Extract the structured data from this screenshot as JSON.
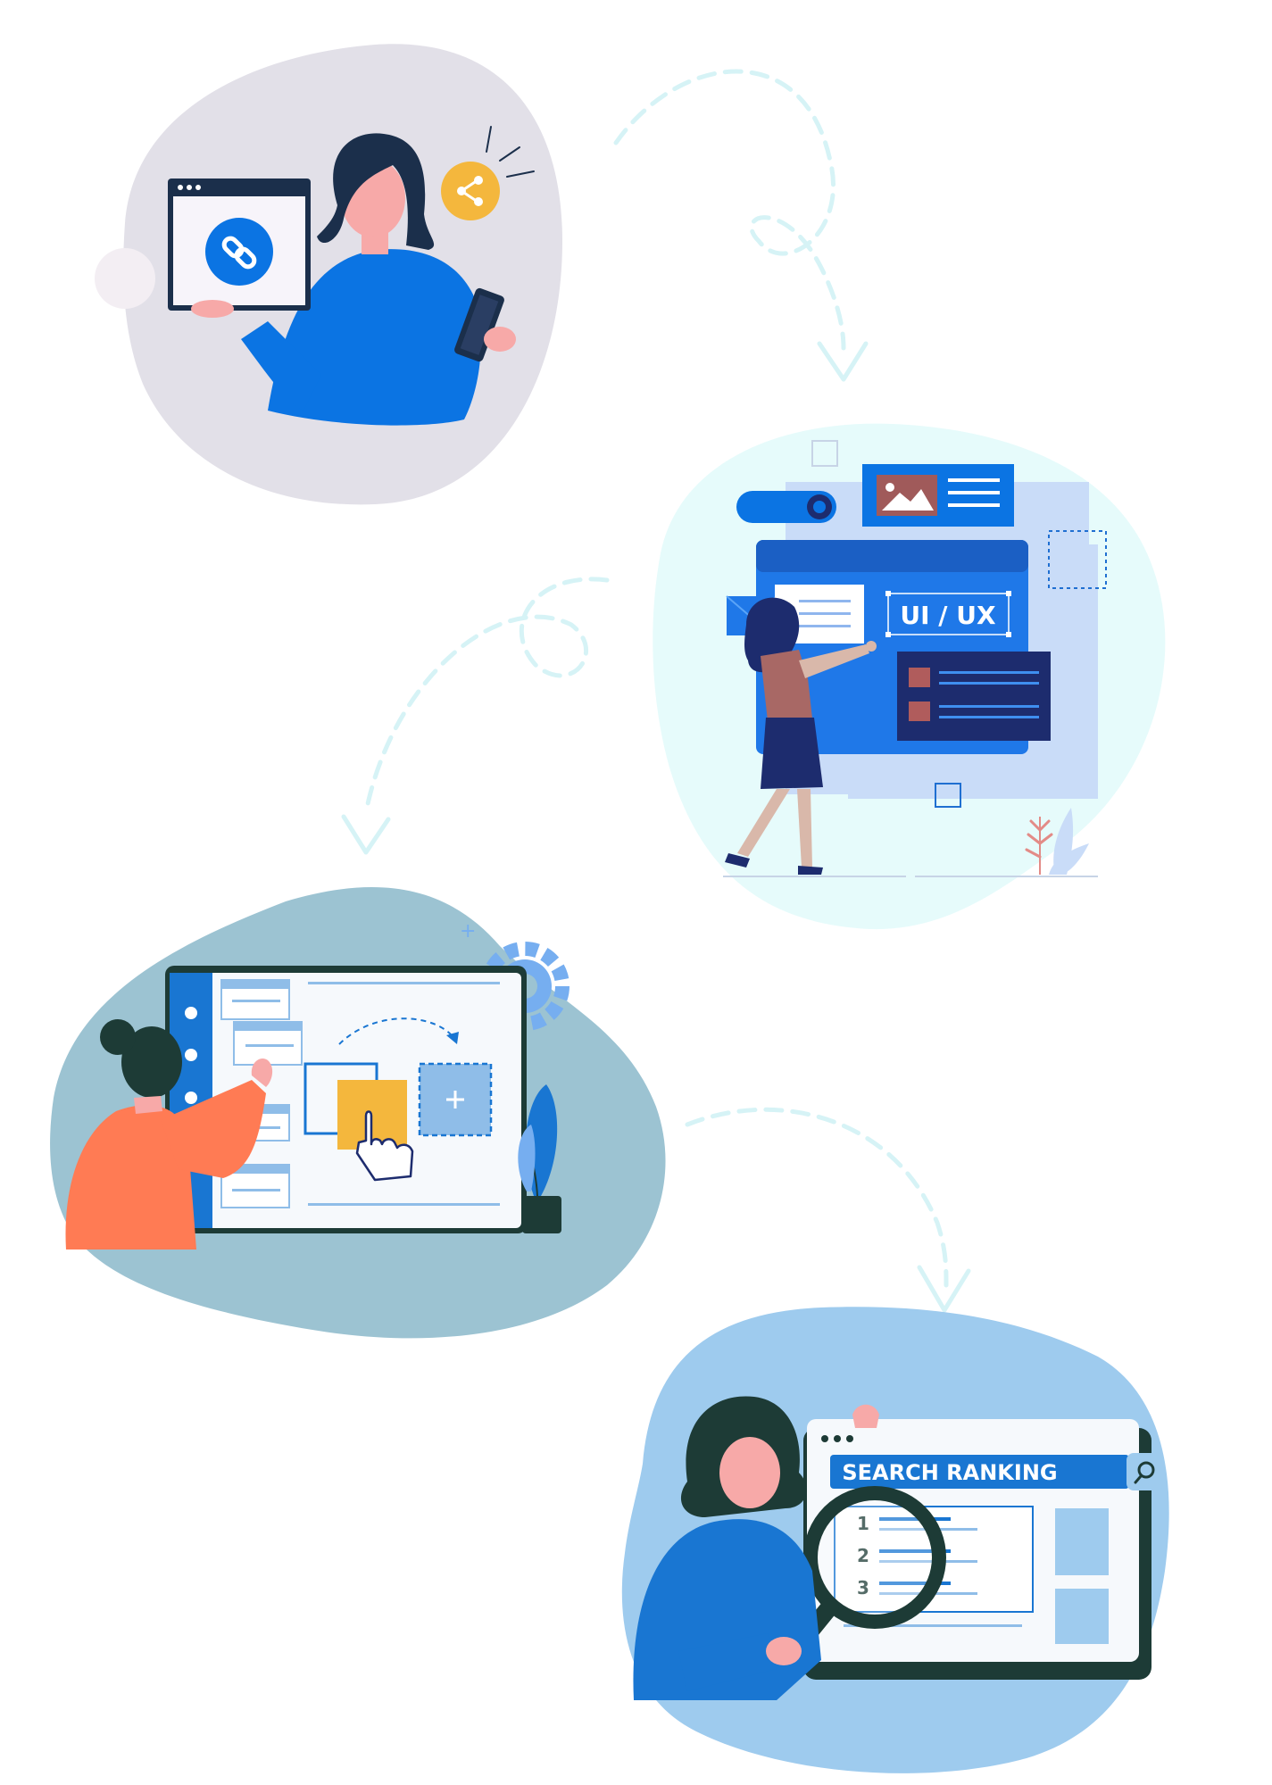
{
  "palette": {
    "blob1": "#e2e0e8",
    "blob2": "#e6fbfb",
    "blob3": "#9cc3d2",
    "blob4": "#9ecbee",
    "primary_blue": "#0b74e3",
    "navy": "#1d2c6e",
    "dark_green": "#1d3b36",
    "accent_yellow": "#f4b73d",
    "orange": "#ff7b54",
    "dashed_path": "#d6f3f6"
  },
  "scene1": {
    "name": "share-link",
    "icons": [
      "link-icon",
      "share-icon",
      "smartphone-icon",
      "browser-window-icon"
    ]
  },
  "scene2": {
    "name": "ui-ux-design",
    "badge_text": "UI / UX",
    "icons": [
      "toggle-icon",
      "image-card-icon",
      "envelope-icon",
      "list-panel-icon",
      "plant-icon"
    ]
  },
  "scene3": {
    "name": "drag-and-drop-builder",
    "icons": [
      "gear-icon",
      "hand-cursor-icon",
      "plus-icon",
      "potted-plant-icon"
    ]
  },
  "scene4": {
    "name": "search-ranking",
    "title": "SEARCH RANKING",
    "ranks": [
      "1",
      "2",
      "3"
    ],
    "icons": [
      "search-icon",
      "magnifying-glass-icon"
    ]
  }
}
